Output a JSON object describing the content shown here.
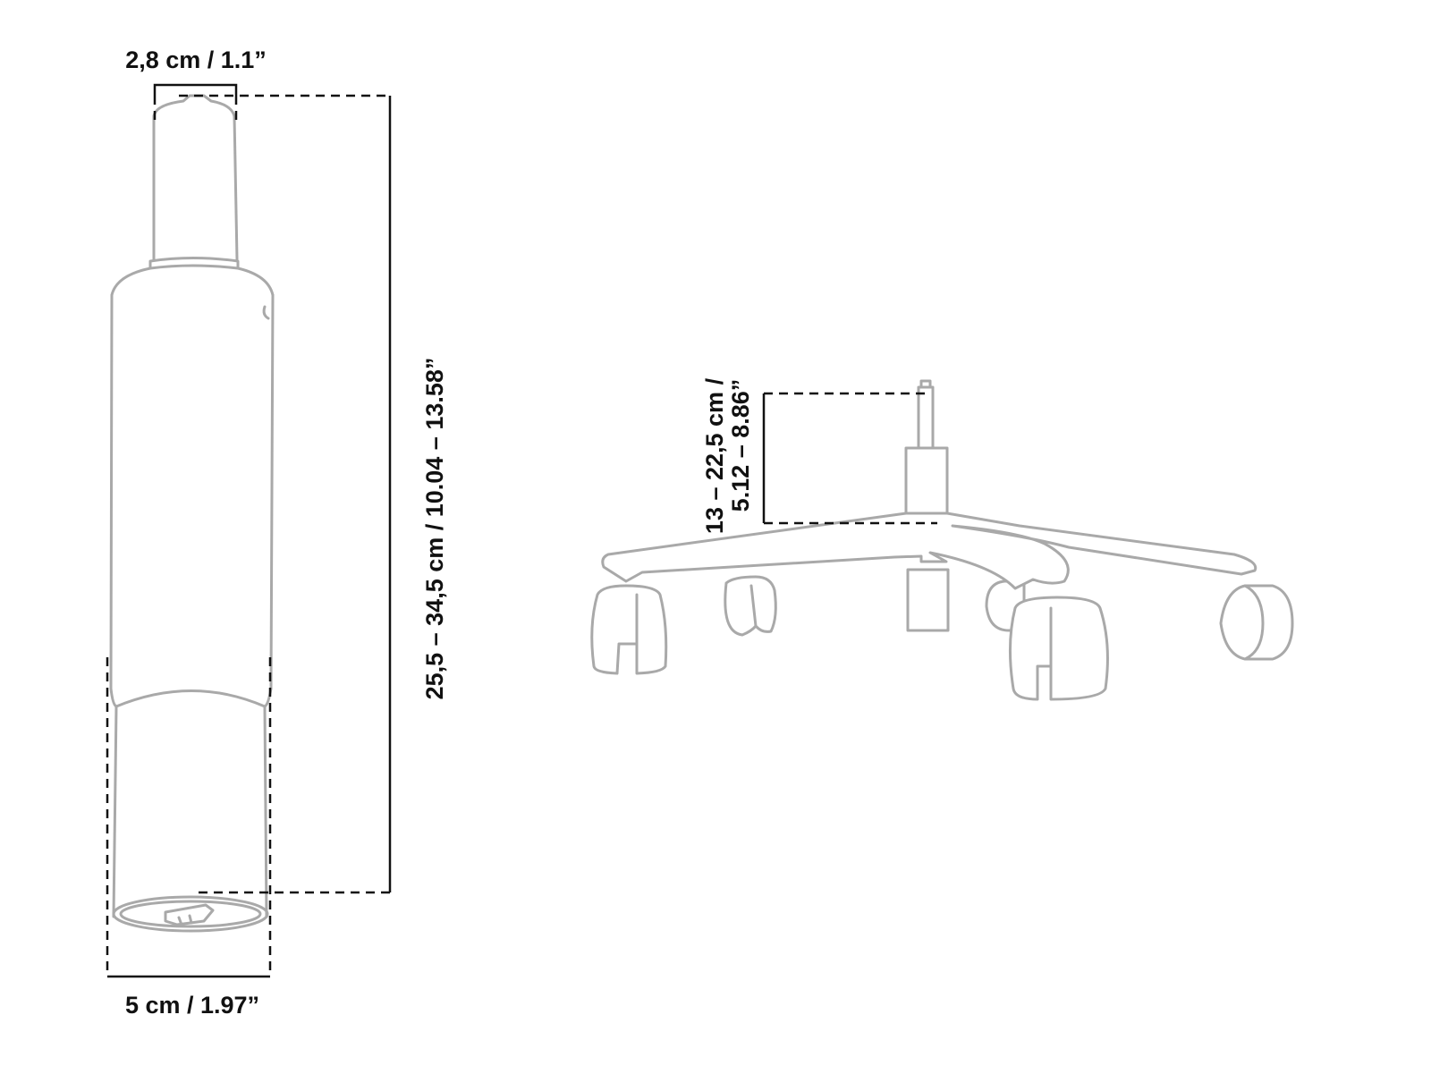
{
  "dimensions": {
    "top_diameter": "2,8 cm / 1.1”",
    "bottom_diameter": "5 cm / 1.97”",
    "total_height": "25,5 – 34,5 cm / 10.04 – 13.58”",
    "stroke_line1": "13 – 22,5 cm /",
    "stroke_line2": "5.12 – 8.86”"
  },
  "colors": {
    "outline": "#a9a9a9",
    "dimension": "#111111",
    "background": "#ffffff"
  }
}
